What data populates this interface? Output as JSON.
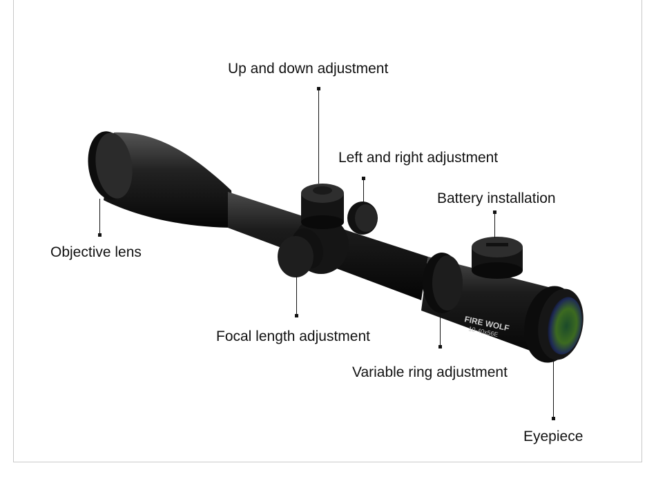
{
  "labels": {
    "up_down": "Up and down adjustment",
    "left_right": "Left and right adjustment",
    "battery": "Battery installation",
    "objective": "Objective lens",
    "focal": "Focal length adjustment",
    "variable_ring": "Variable ring adjustment",
    "eyepiece": "Eyepiece"
  },
  "scope_marking": {
    "brand": "FIRE WOLF",
    "model": "10-40x56E"
  }
}
